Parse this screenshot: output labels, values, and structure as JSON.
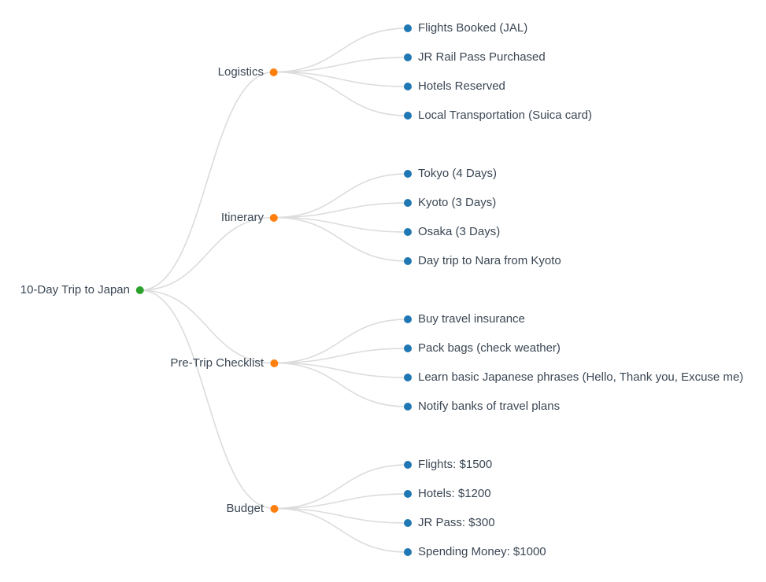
{
  "diagram": {
    "type": "mindmap",
    "edge_color": "#dcdcdc",
    "text_color": "#3b4754",
    "root": {
      "label": "10-Day Trip to Japan",
      "dot_color": "#2ca02c",
      "children": [
        {
          "label": "Logistics",
          "dot_color": "#ff7f0e",
          "children": [
            {
              "label": "Flights Booked (JAL)",
              "dot_color": "#1f77b4"
            },
            {
              "label": "JR Rail Pass Purchased",
              "dot_color": "#1f77b4"
            },
            {
              "label": "Hotels Reserved",
              "dot_color": "#1f77b4"
            },
            {
              "label": "Local Transportation (Suica card)",
              "dot_color": "#1f77b4"
            }
          ]
        },
        {
          "label": "Itinerary",
          "dot_color": "#ff7f0e",
          "children": [
            {
              "label": "Tokyo (4 Days)",
              "dot_color": "#1f77b4"
            },
            {
              "label": "Kyoto (3 Days)",
              "dot_color": "#1f77b4"
            },
            {
              "label": "Osaka (3 Days)",
              "dot_color": "#1f77b4"
            },
            {
              "label": "Day trip to Nara from Kyoto",
              "dot_color": "#1f77b4"
            }
          ]
        },
        {
          "label": "Pre-Trip Checklist",
          "dot_color": "#ff7f0e",
          "children": [
            {
              "label": "Buy travel insurance",
              "dot_color": "#1f77b4"
            },
            {
              "label": "Pack bags (check weather)",
              "dot_color": "#1f77b4"
            },
            {
              "label": "Learn basic Japanese phrases (Hello, Thank you, Excuse me)",
              "dot_color": "#1f77b4"
            },
            {
              "label": "Notify banks of travel plans",
              "dot_color": "#1f77b4"
            }
          ]
        },
        {
          "label": "Budget",
          "dot_color": "#ff7f0e",
          "children": [
            {
              "label": "Flights: $1500",
              "dot_color": "#1f77b4"
            },
            {
              "label": "Hotels: $1200",
              "dot_color": "#1f77b4"
            },
            {
              "label": "JR Pass: $300",
              "dot_color": "#1f77b4"
            },
            {
              "label": "Spending Money: $1000",
              "dot_color": "#1f77b4"
            }
          ]
        }
      ]
    }
  }
}
